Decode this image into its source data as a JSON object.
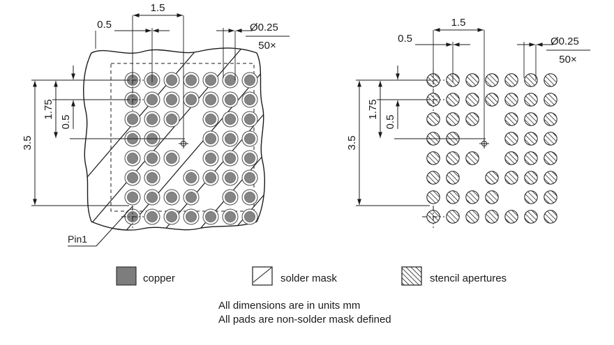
{
  "drawing": {
    "title": "BGA land pattern and stencil aperture drawing",
    "units": "mm"
  },
  "left_view": {
    "name": "copper-pads-view",
    "dimensions": {
      "pitch_horizontal": "1.5",
      "edge_offset_horizontal": "0.5",
      "overall_vertical": "3.5",
      "inner_vertical": "1.75",
      "pitch_vertical": "0.5",
      "pad_diameter": "Ø0.25",
      "pad_count": "50×"
    },
    "pin1_label": "Pin1"
  },
  "right_view": {
    "name": "stencil-apertures-view",
    "dimensions": {
      "pitch_horizontal": "1.5",
      "edge_offset_horizontal": "0.5",
      "overall_vertical": "3.5",
      "inner_vertical": "1.75",
      "pitch_vertical": "0.5",
      "aperture_diameter": "Ø0.25",
      "aperture_count": "50×"
    }
  },
  "legend": {
    "items": [
      {
        "key": "copper",
        "label": "copper",
        "swatch": "solid-gray",
        "color": "#7d7d7d"
      },
      {
        "key": "solder-mask",
        "label": "solder mask",
        "swatch": "single-diagonal"
      },
      {
        "key": "stencil-apertures",
        "label": "stencil apertures",
        "swatch": "multi-hatch"
      }
    ]
  },
  "notes": {
    "line1": "All dimensions are in units mm",
    "line2": "All pads are non-solder mask defined"
  },
  "grid": {
    "rows": 8,
    "cols": 7,
    "pitch": 28,
    "present": [
      [
        1,
        1,
        1,
        1,
        1,
        1,
        1
      ],
      [
        1,
        1,
        1,
        1,
        1,
        1,
        1
      ],
      [
        1,
        1,
        1,
        0,
        1,
        1,
        1
      ],
      [
        1,
        1,
        0,
        0,
        1,
        1,
        1
      ],
      [
        1,
        1,
        1,
        0,
        1,
        1,
        1
      ],
      [
        1,
        1,
        0,
        1,
        1,
        1,
        1
      ],
      [
        1,
        1,
        1,
        1,
        0,
        1,
        1
      ],
      [
        1,
        1,
        1,
        1,
        1,
        1,
        1
      ]
    ]
  }
}
